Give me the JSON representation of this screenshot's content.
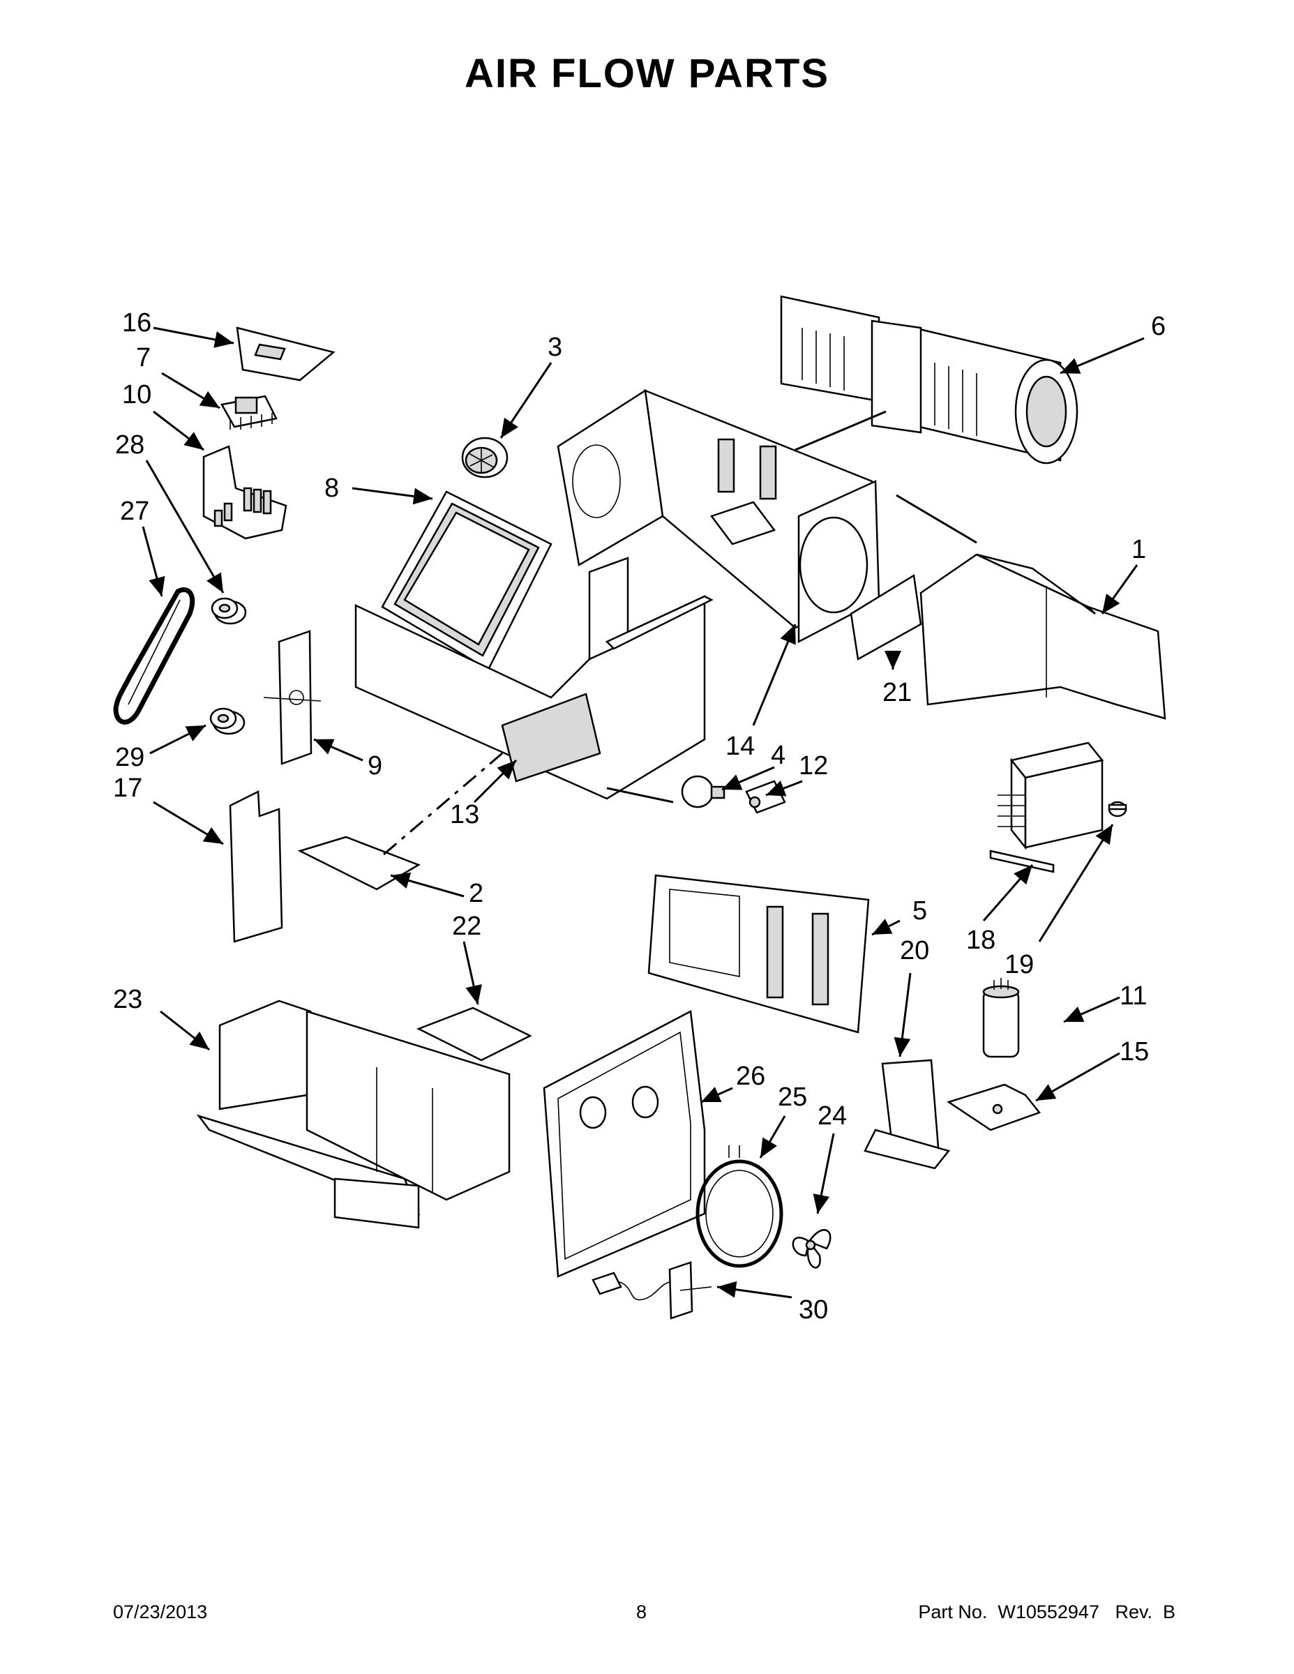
{
  "title": "AIR FLOW PARTS",
  "callouts": {
    "c1": "1",
    "c2": "2",
    "c3": "3",
    "c4": "4",
    "c5": "5",
    "c6": "6",
    "c7": "7",
    "c8": "8",
    "c9": "9",
    "c10": "10",
    "c11": "11",
    "c12": "12",
    "c13": "13",
    "c14": "14",
    "c15": "15",
    "c16": "16",
    "c17": "17",
    "c18": "18",
    "c19": "19",
    "c20": "20",
    "c21": "21",
    "c22": "22",
    "c23": "23",
    "c24": "24",
    "c25": "25",
    "c26": "26",
    "c27": "27",
    "c28": "28",
    "c29": "29",
    "c30": "30"
  },
  "footer": {
    "date": "07/23/2013",
    "page": "8",
    "part_no": "Part No.  W10552947   Rev.  B"
  }
}
